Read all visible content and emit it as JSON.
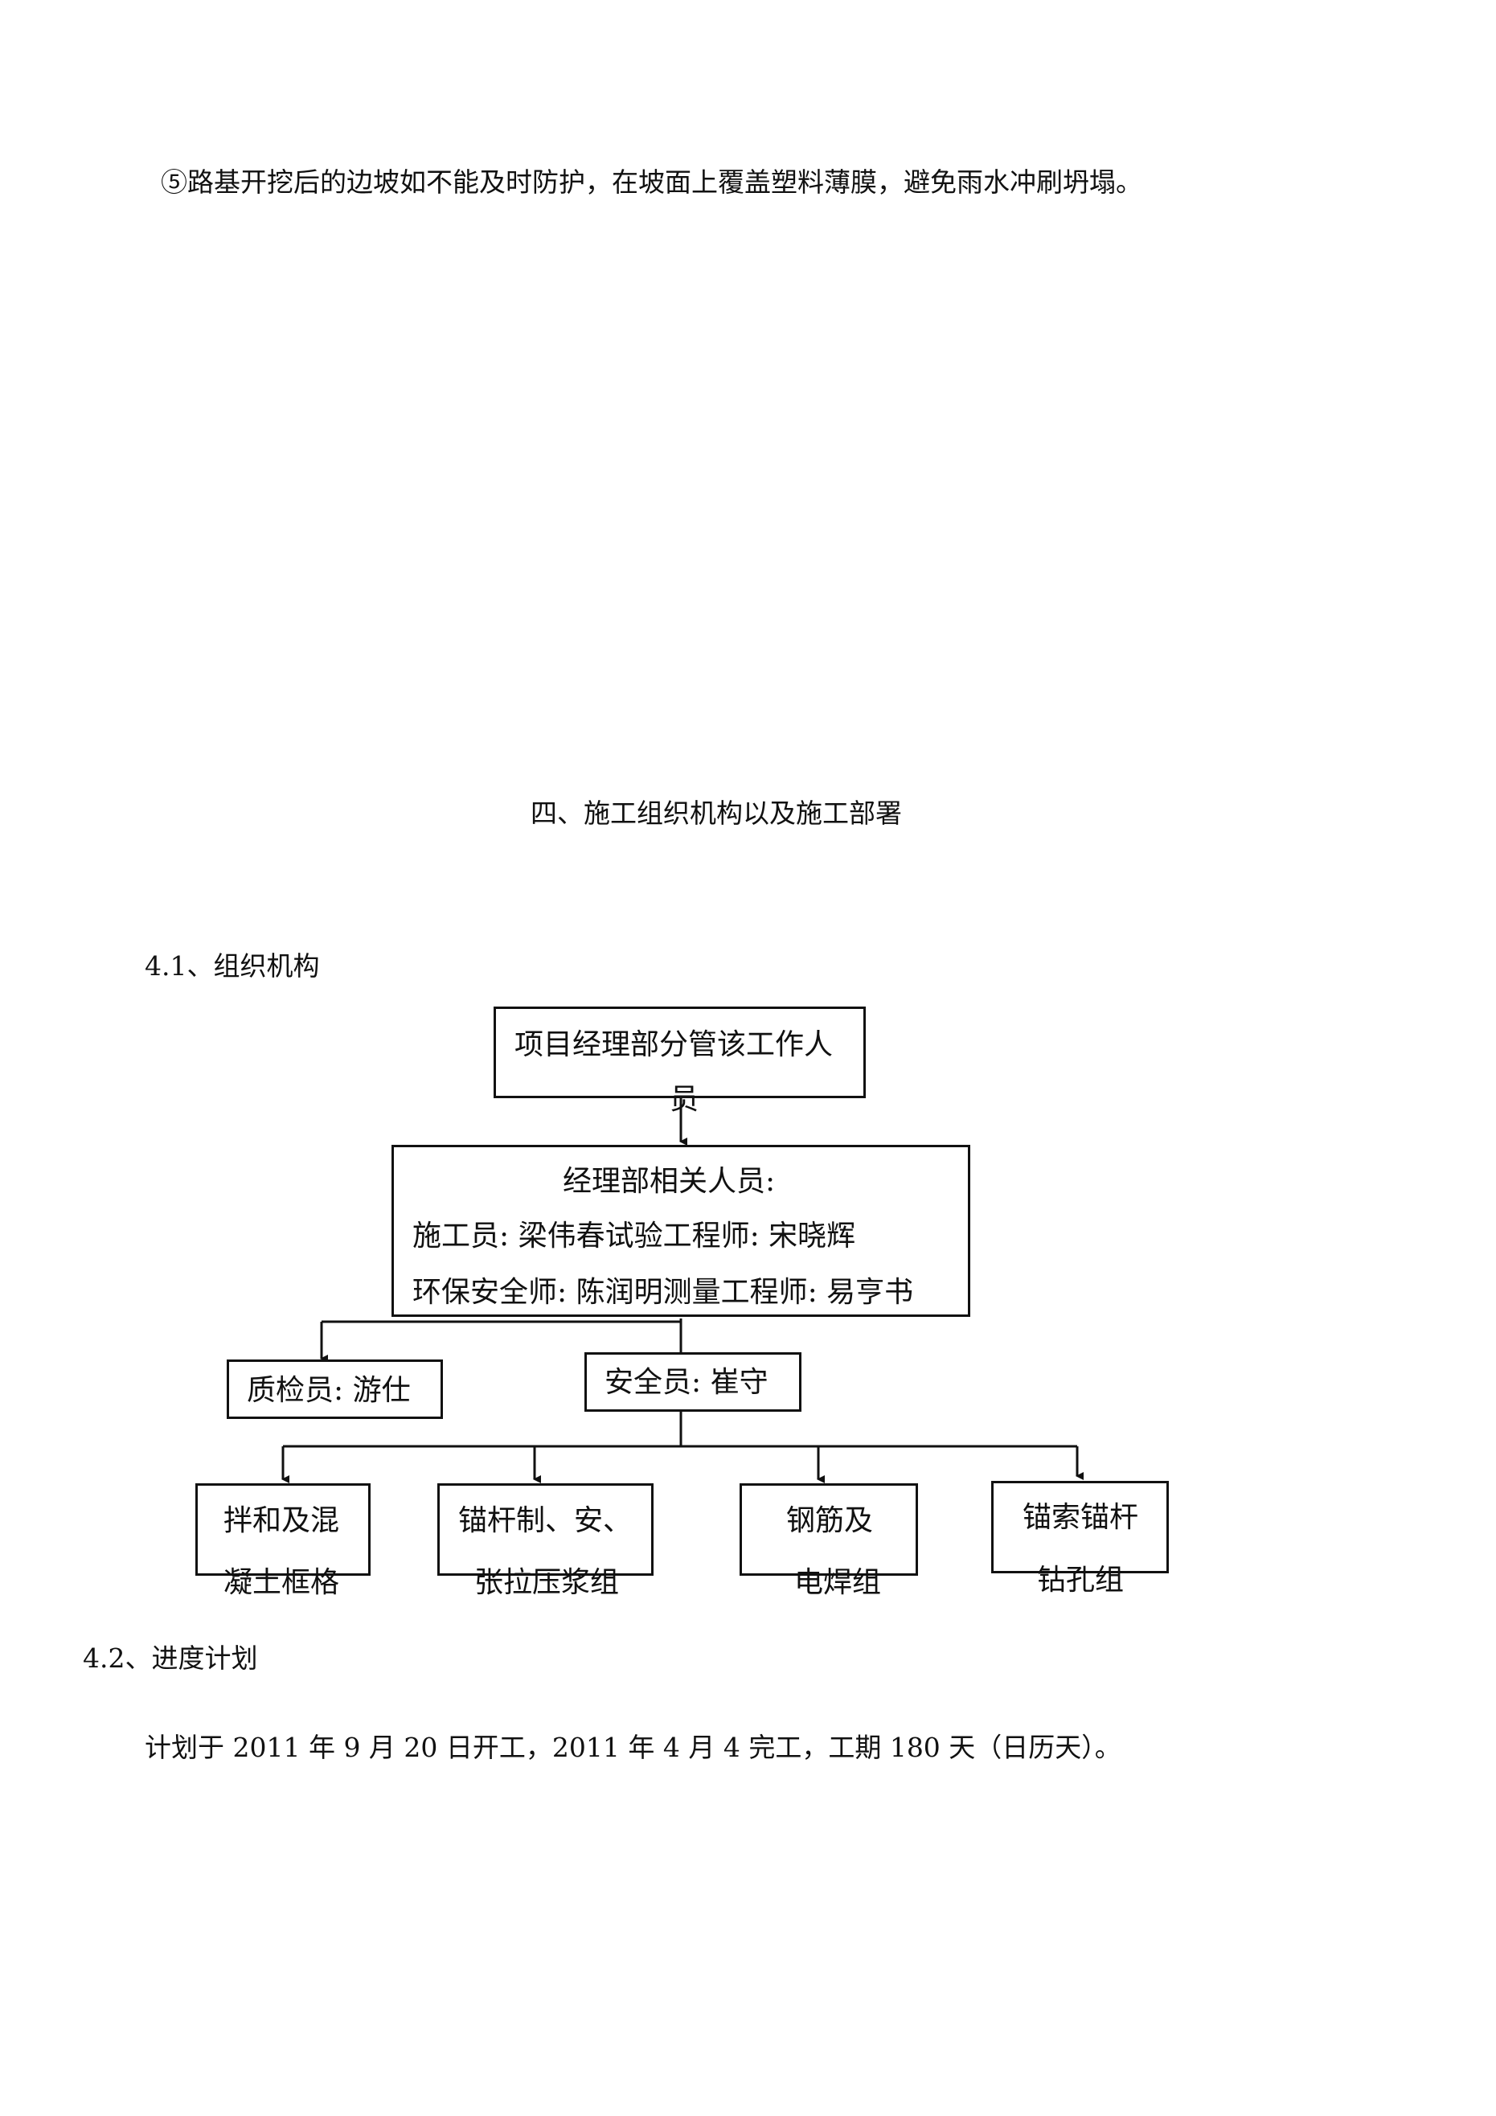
{
  "paragraph_1": "⑤路基开挖后的边坡如不能及时防护，在坡面上覆盖塑料薄膜，避免雨水冲刷坍塌。",
  "section_title": "四、施工组织机构以及施工部署",
  "subsection_1": "4.1、组织机构",
  "org_chart": {
    "top": {
      "line1": "项目经理部分管该工作人",
      "line2": "员"
    },
    "middle": {
      "title": "经理部相关人员:",
      "line1": "施工员: 梁伟春试验工程师: 宋晓辉",
      "line2": "环保安全师: 陈润明测量工程师: 易亨书"
    },
    "quality": "质检员: 游仕",
    "safety": "安全员: 崔守",
    "teams": [
      {
        "line1": "拌和及混",
        "line2": "凝土框格"
      },
      {
        "line1": "锚杆制、安、",
        "line2": "张拉压浆组"
      },
      {
        "line1": "钢筋及",
        "line2": "电焊组"
      },
      {
        "line1": "锚索锚杆",
        "line2": "钻孔组"
      }
    ]
  },
  "subsection_2": "4.2、进度计划",
  "paragraph_2": "计划于 2011 年 9 月 20 日开工，2011 年 4 月 4 完工，工期 180 天（日历天）。"
}
